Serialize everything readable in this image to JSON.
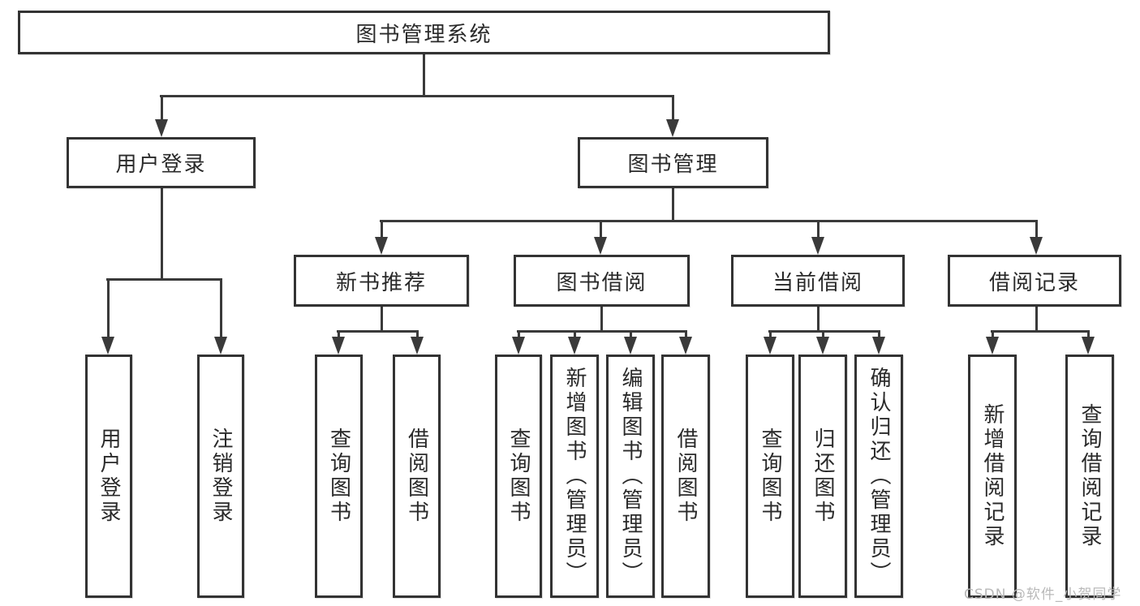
{
  "diagram": {
    "nodes": [
      {
        "id": "root",
        "label": "图书管理系统",
        "parent": null
      },
      {
        "id": "user-login",
        "label": "用户登录",
        "parent": "root"
      },
      {
        "id": "book-mgmt",
        "label": "图书管理",
        "parent": "root"
      },
      {
        "id": "new-book-rec",
        "label": "新书推荐",
        "parent": "book-mgmt"
      },
      {
        "id": "book-borrow",
        "label": "图书借阅",
        "parent": "book-mgmt"
      },
      {
        "id": "current-borrow",
        "label": "当前借阅",
        "parent": "book-mgmt"
      },
      {
        "id": "borrow-records",
        "label": "借阅记录",
        "parent": "book-mgmt"
      },
      {
        "id": "leaf-user-login",
        "label": "用户登录",
        "parent": "user-login"
      },
      {
        "id": "leaf-logout",
        "label": "注销登录",
        "parent": "user-login"
      },
      {
        "id": "leaf-query-book-1",
        "label": "查询图书",
        "parent": "new-book-rec"
      },
      {
        "id": "leaf-borrow-book-1",
        "label": "借阅图书",
        "parent": "new-book-rec"
      },
      {
        "id": "leaf-query-book-2",
        "label": "查询图书",
        "parent": "book-borrow"
      },
      {
        "id": "leaf-add-book",
        "label": "新增图书（管理员）",
        "parent": "book-borrow"
      },
      {
        "id": "leaf-edit-book",
        "label": "编辑图书（管理员）",
        "parent": "book-borrow"
      },
      {
        "id": "leaf-borrow-book-2",
        "label": "借阅图书",
        "parent": "book-borrow"
      },
      {
        "id": "leaf-query-book-3",
        "label": "查询图书",
        "parent": "current-borrow"
      },
      {
        "id": "leaf-return-book",
        "label": "归还图书",
        "parent": "current-borrow"
      },
      {
        "id": "leaf-confirm-return",
        "label": "确认归还（管理员）",
        "parent": "current-borrow"
      },
      {
        "id": "leaf-add-borrow-record",
        "label": "新增借阅记录",
        "parent": "borrow-records"
      },
      {
        "id": "leaf-query-borrow-record",
        "label": "查询借阅记录",
        "parent": "borrow-records"
      }
    ],
    "watermark": "CSDN @软件_小贺同学",
    "colors": {
      "line": "#3a3a3a",
      "box_border": "#333333",
      "text": "#2a2a2a",
      "watermark": "#b9b9b9",
      "background": "#ffffff"
    }
  }
}
